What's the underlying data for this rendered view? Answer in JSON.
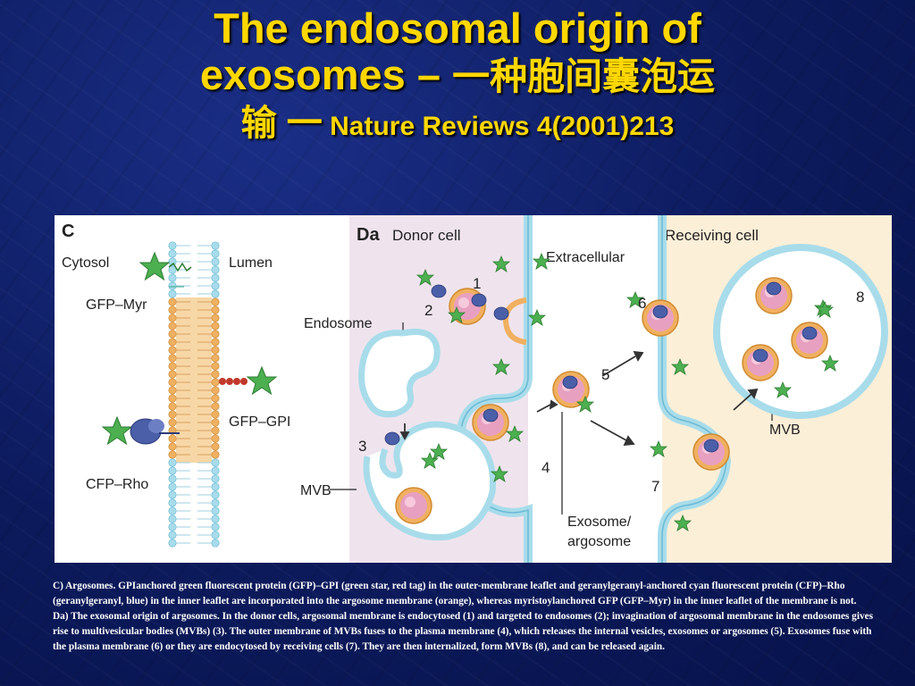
{
  "title": {
    "line1": "The endosomal origin of",
    "line2_en": "exosomes – ",
    "line2_cjk": "一种胞间囊泡运",
    "line3_cjk": "输 一",
    "line3_ref": " Nature Reviews 4(2001)213"
  },
  "figure": {
    "panel_c": {
      "letter": "C",
      "cytosol": "Cytosol",
      "lumen": "Lumen",
      "gfp_myr": "GFP–Myr",
      "gfp_gpi": "GFP–GPI",
      "cfp_rho": "CFP–Rho"
    },
    "panel_d": {
      "letter": "Da",
      "donor_cell": "Donor cell",
      "receiving_cell": "Receiving cell",
      "extracellular": "Extracellular",
      "endosome": "Endosome",
      "mvb_left": "MVB",
      "mvb_right": "MVB",
      "exosome_line1": "Exosome/",
      "exosome_line2": "argosome",
      "steps": [
        "1",
        "2",
        "3",
        "4",
        "5",
        "6",
        "7",
        "8"
      ]
    },
    "colors": {
      "membrane_blue": "#a8dcea",
      "membrane_orange": "#f0b060",
      "star_green": "#4caf50",
      "tag_red": "#c0392b",
      "protein_blue": "#4a5fa8",
      "vesicle_pink": "#e8a0c0",
      "donor_bg": "#efe4ee",
      "receiving_bg": "#fcefd8"
    }
  },
  "caption": {
    "para1": "C) Argosomes. GPIanchored green fluorescent protein (GFP)–GPI (green star, red tag) in the outer-membrane leaflet and geranylgeranyl-anchored cyan fluorescent protein (CFP)–Rho (geranylgeranyl, blue) in the inner leaflet are incorporated into the argosome membrane (orange), whereas myristoylanchored GFP (GFP–Myr) in the inner leaflet of the membrane is not.",
    "para2": "Da) The exosomal origin of argosomes. In the donor cells, argosomal membrane is endocytosed (1) and targeted to endosomes (2); invagination of argosomal membrane in the endosomes gives rise to multivesicular bodies (MVBs) (3). The outer membrane of MVBs fuses to the plasma membrane (4), which releases the internal vesicles, exosomes or argosomes (5). Exosomes fuse with the plasma membrane (6) or they are endocytosed by receiving cells (7). They are then internalized, form MVBs (8), and can be released again."
  }
}
